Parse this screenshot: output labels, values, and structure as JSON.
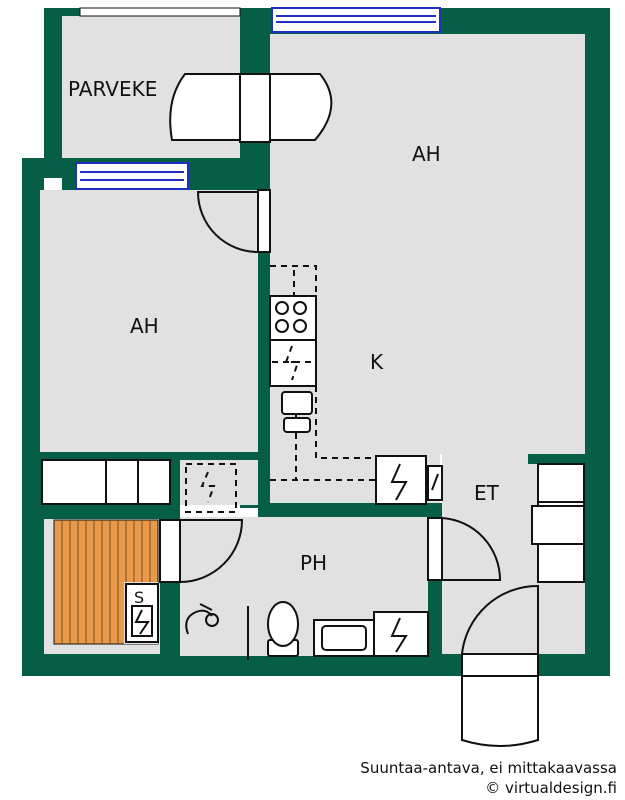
{
  "rooms": {
    "balcony": "PARVEKE",
    "living_room": "AH",
    "bedroom": "AH",
    "kitchen": "K",
    "bathroom": "PH",
    "entrance": "ET",
    "sauna_heater": "S"
  },
  "footer": {
    "disclaimer": "Suuntaa-antava, ei mittakaavassa",
    "credit": "© virtualdesign.fi"
  },
  "colors": {
    "wall": "#055e45",
    "floor": "#e1e1e1",
    "window_frame": "#1f2fbf",
    "sauna_bench": "#e89a4a"
  }
}
